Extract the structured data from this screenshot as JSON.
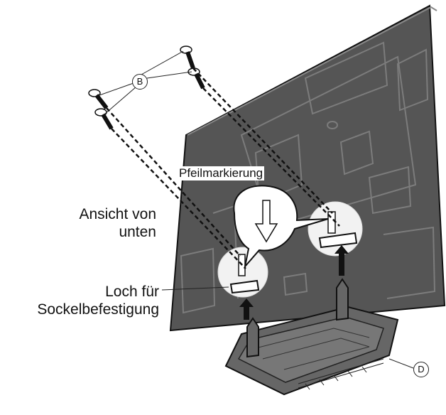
{
  "labels": {
    "view_from_below_line1": "Ansicht von",
    "view_from_below_line2": "unten",
    "hole_line1": "Loch für",
    "hole_line2": "Sockelbefestigung",
    "arrow_marking": "Pfeilmarkierung"
  },
  "callouts": {
    "screws": "B",
    "stand": "D"
  },
  "colors": {
    "tv_back": "#555555",
    "tv_detail": "#7a7a7a",
    "stand": "#6a6a6a",
    "outline": "#111111"
  }
}
